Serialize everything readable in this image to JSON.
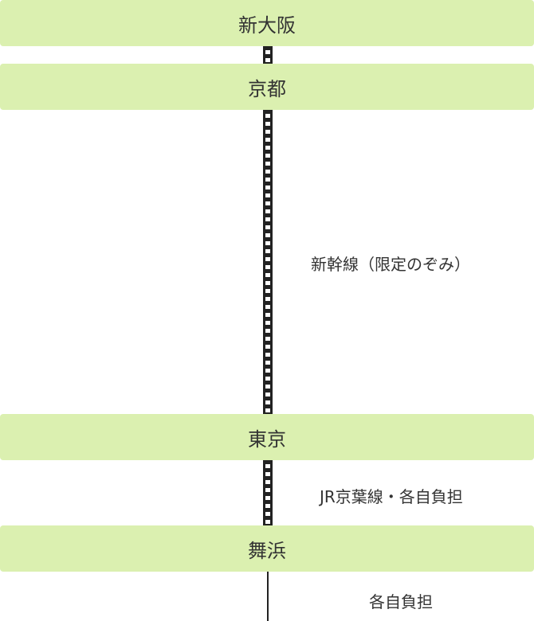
{
  "stations": [
    {
      "name": "新大阪"
    },
    {
      "name": "京都"
    },
    {
      "name": "東京"
    },
    {
      "name": "舞浜"
    }
  ],
  "segments": [
    {
      "from": "新大阪",
      "to": "京都",
      "style": "rail",
      "label": ""
    },
    {
      "from": "京都",
      "to": "東京",
      "style": "rail",
      "label": "新幹線（限定のぞみ）"
    },
    {
      "from": "東京",
      "to": "舞浜",
      "style": "rail",
      "label": "JR京葉線・各自負担"
    },
    {
      "from": "舞浜",
      "to": "",
      "style": "plain",
      "label": "各自負担"
    }
  ],
  "colors": {
    "station_bg": "#dbf0b0",
    "text": "#333333",
    "rail": "#222222"
  }
}
